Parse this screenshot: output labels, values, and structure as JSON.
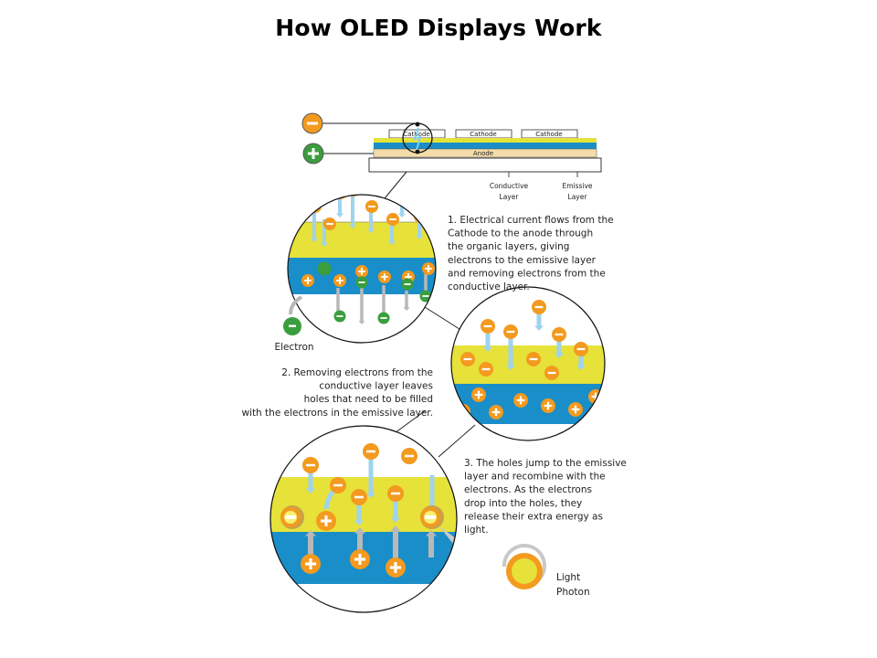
{
  "title": "How OLED Displays Work",
  "colors": {
    "orange": "#f39a1f",
    "green": "#3a9e3f",
    "yellow": "#e6e23a",
    "blue": "#1a8ec8",
    "anode": "#f3dcaa",
    "arrow_blue": "#9fd3f0",
    "arrow_gray": "#b8b8b8"
  },
  "stack": {
    "cathode_labels": [
      "Cathode",
      "Cathode",
      "Cathode"
    ],
    "anode_label": "Anode",
    "conductive_label": [
      "Conductive",
      "Layer"
    ],
    "emissive_label": [
      "Emissive",
      "Layer"
    ],
    "terminals": {
      "negative": "−",
      "positive": "+"
    }
  },
  "steps": [
    {
      "label": "1.",
      "lines": [
        "1. Electrical current flows from the",
        "Cathode to the anode through",
        "the organic layers, giving",
        "electrons to the emissive layer",
        "and removing electrons from the",
        "conductive layer."
      ]
    },
    {
      "label": "2.",
      "lines": [
        "2. Removing electrons from the",
        "conductive layer leaves",
        "holes that need to be filled",
        "with the electrons in the emissive layer."
      ]
    },
    {
      "label": "3.",
      "lines": [
        "3. The holes jump to the emissive",
        "layer and recombine with the",
        "electrons. As the electrons",
        "drop into the holes, they",
        "release their extra energy as",
        "light."
      ]
    }
  ],
  "legend": {
    "electron_label": "Electron",
    "photon_label": [
      "Light",
      "Photon"
    ]
  }
}
